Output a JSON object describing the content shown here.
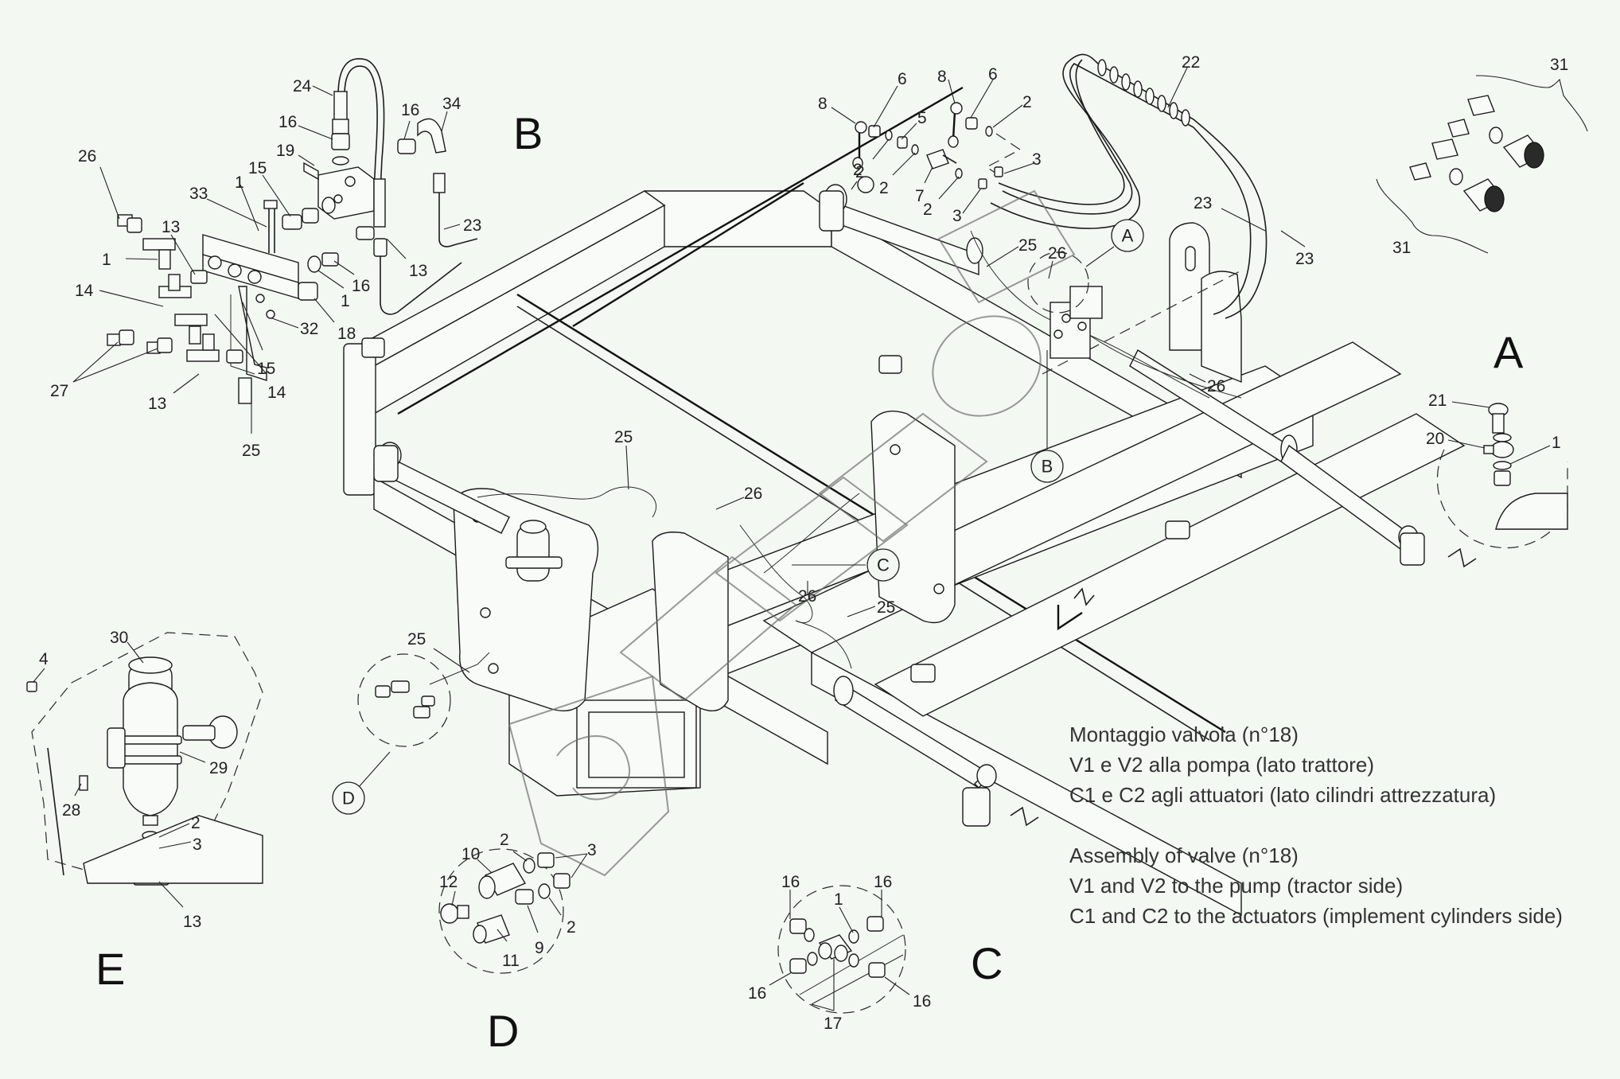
{
  "diagram": {
    "type": "exploded-parts-diagram",
    "subject": "hydraulic valve assembly on implement frame",
    "detail_views": [
      {
        "id": "A",
        "letter": "A"
      },
      {
        "id": "B",
        "letter": "B"
      },
      {
        "id": "C",
        "letter": "C"
      },
      {
        "id": "D",
        "letter": "D"
      },
      {
        "id": "E",
        "letter": "E"
      }
    ],
    "detail_bubbles": [
      "A",
      "B",
      "C",
      "D"
    ],
    "callouts": {
      "detail_b": [
        "24",
        "16",
        "19",
        "15",
        "1",
        "33",
        "26",
        "13",
        "1",
        "14",
        "27",
        "13",
        "25",
        "32",
        "15",
        "14",
        "18",
        "1",
        "16",
        "13",
        "16",
        "34",
        "23"
      ],
      "top_center": [
        "8",
        "6",
        "5",
        "2",
        "2",
        "7",
        "2",
        "8",
        "6",
        "2",
        "3",
        "3",
        "2"
      ],
      "hoses": [
        "22",
        "23",
        "23",
        "25",
        "26",
        "26",
        "25",
        "26",
        "26",
        "25",
        "25"
      ],
      "detail_31": [
        "31",
        "31"
      ],
      "detail_a": [
        "21",
        "20",
        "1"
      ],
      "detail_e": [
        "30",
        "4",
        "29",
        "28",
        "2",
        "3",
        "13"
      ],
      "detail_d": [
        "10",
        "2",
        "3",
        "12",
        "2",
        "9",
        "11"
      ],
      "detail_c": [
        "16",
        "1",
        "16",
        "16",
        "16",
        "17"
      ]
    },
    "notes": {
      "it_title": "Montaggio valvola (n°18)",
      "it_line1": "V1 e V2 alla pompa (lato trattore)",
      "it_line2": "C1 e C2 agli attuatori (lato cilindri attrezzatura)",
      "en_title": "Assembly of valve (n°18)",
      "en_line1": "V1 and V2 to the pump (tractor side)",
      "en_line2": "C1 and C2 to the actuators (implement cylinders side)"
    },
    "watermark": "logo-outline-watermark",
    "colors": {
      "background": "#f3f8f3",
      "linework": "#1c1c1c",
      "notes_text": "#333333",
      "watermark": "#6d6d6d"
    }
  }
}
